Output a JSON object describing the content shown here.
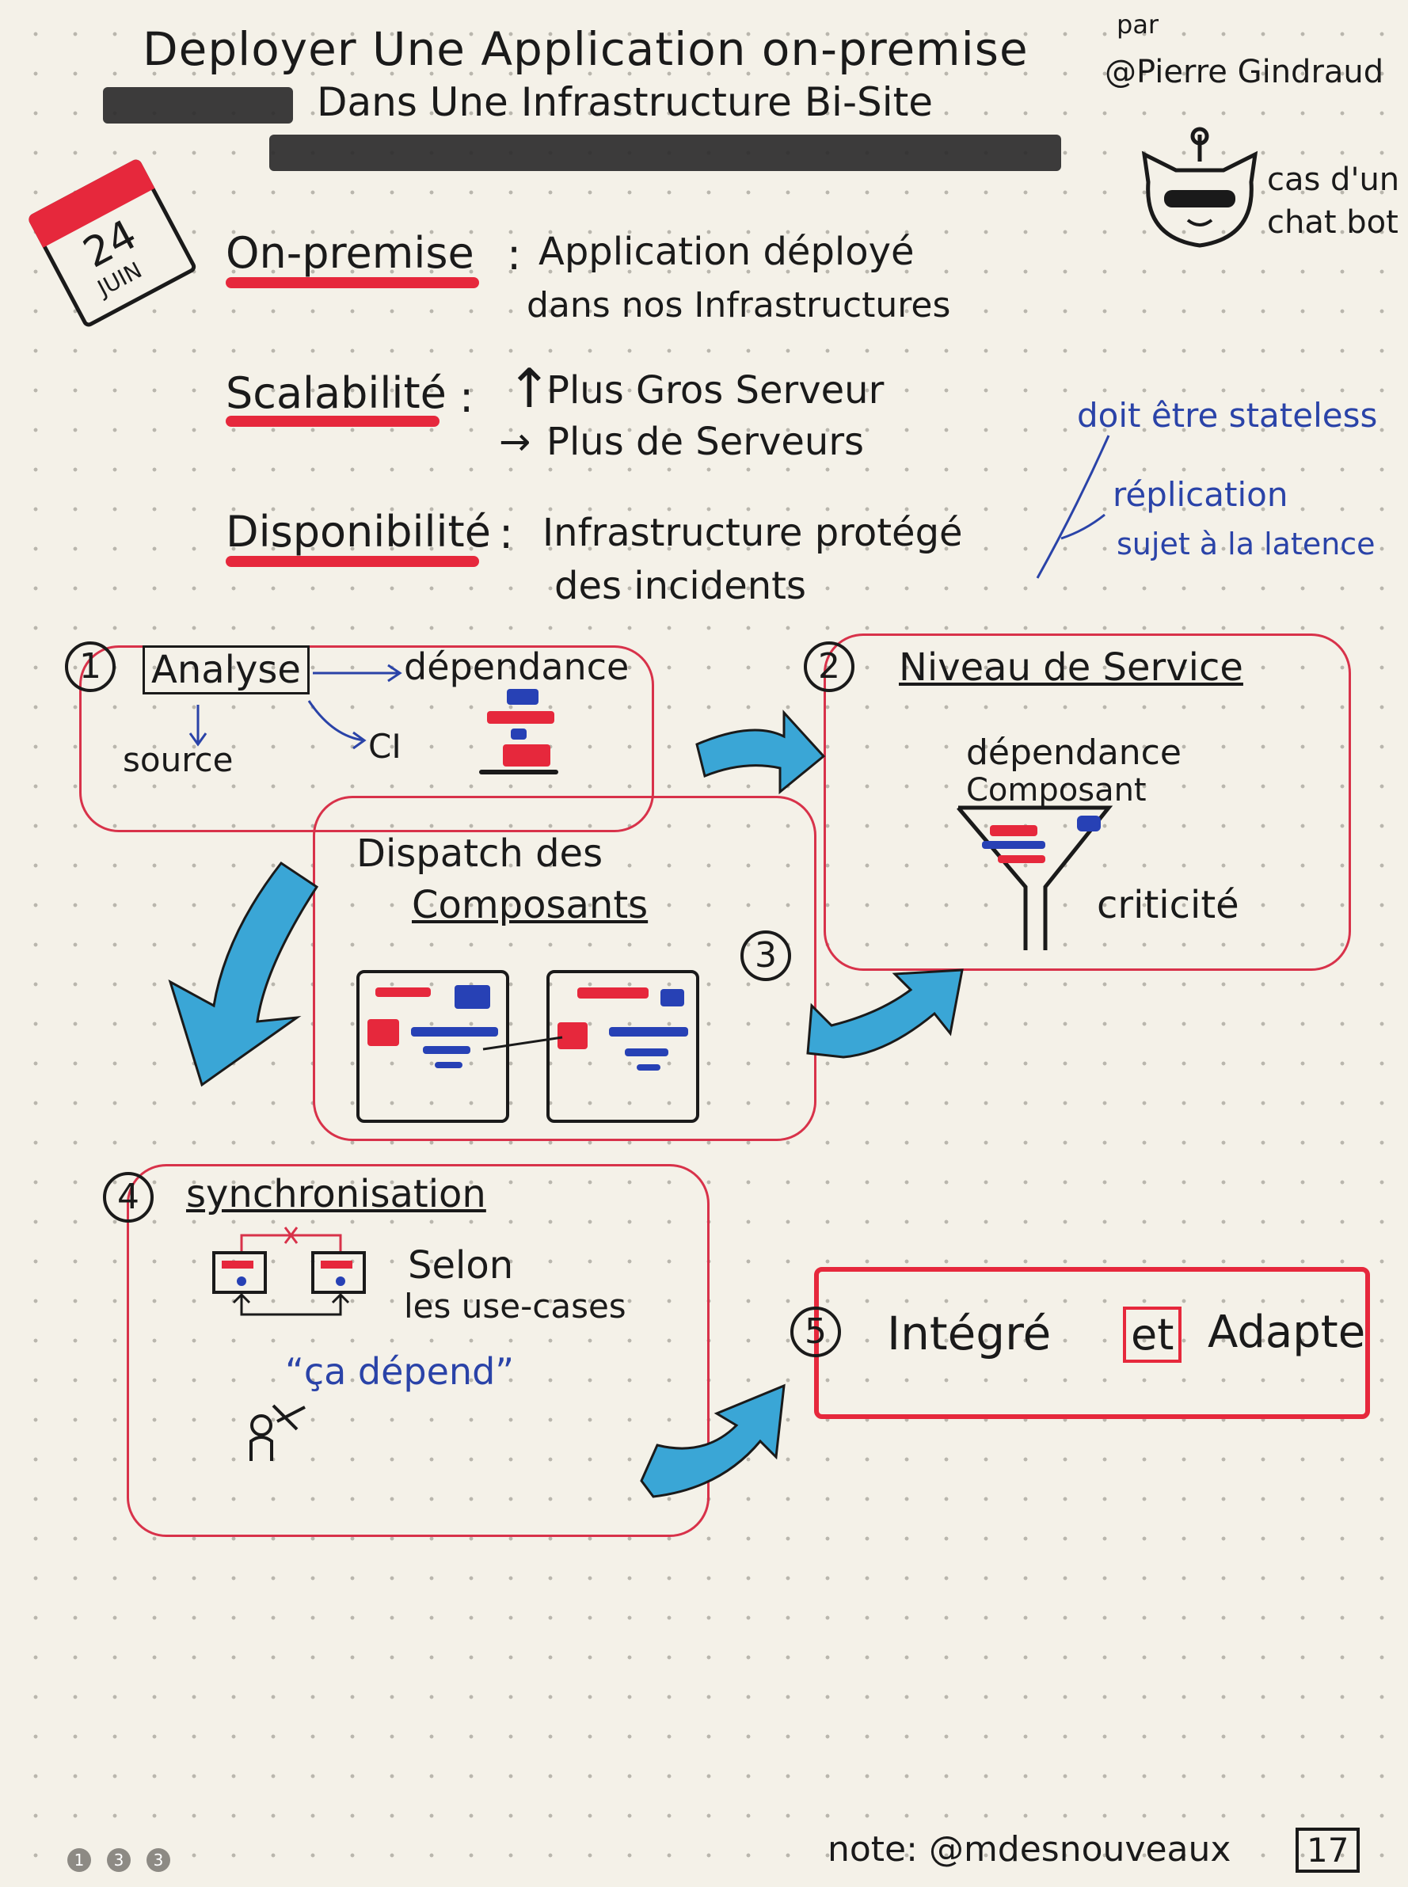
{
  "title": {
    "line1": "Deployer Une Application on-premise",
    "line2": "Dans Une Infrastructure Bi-Site"
  },
  "author": {
    "by": "par",
    "handle": "@Pierre Gindraud"
  },
  "chatbot": {
    "caption": "cas d'un chat bot"
  },
  "date": {
    "day": "24",
    "month": "JUIN"
  },
  "definitions": {
    "onpremise": {
      "term": "On-premise",
      "sep": ":",
      "line1": "Application déployé",
      "line2": "dans nos Infrastructures"
    },
    "scalabilite": {
      "term": "Scalabilité",
      "sep": ":",
      "line1": "Plus Gros Serveur",
      "line2": "Plus de Serveurs"
    },
    "disponibilite": {
      "term": "Disponibilité",
      "sep": ":",
      "line1": "Infrastructure protégé",
      "line2": "des incidents"
    }
  },
  "side_notes": {
    "stateless": "doit être stateless",
    "replication": "réplication",
    "latence": "sujet à la latence"
  },
  "steps": {
    "s1": {
      "number": "1",
      "label": "Analyse",
      "dep": "dépendance",
      "source": "source",
      "ci": "CI"
    },
    "s2": {
      "number": "2",
      "label": "Niveau de Service",
      "dep": "dépendance",
      "comp": "Composant",
      "crit": "criticité"
    },
    "s3": {
      "number": "3",
      "label1": "Dispatch des",
      "label2": "Composants"
    },
    "s4": {
      "number": "4",
      "label": "synchronisation",
      "selon1": "Selon",
      "selon2": "les use-cases",
      "quote": "“ça dépend”"
    },
    "s5": {
      "number": "5",
      "pre": "Intégré",
      "mid": "et",
      "post": "Adapte"
    }
  },
  "footer": {
    "note": "note: @mdesnouveaux",
    "page": "17",
    "dots": [
      "1",
      "3",
      "3"
    ]
  },
  "colors": {
    "red": "#e6283c",
    "blue": "#2741b5",
    "cyan": "#3aa6d6",
    "ink": "#1a1a1a"
  }
}
